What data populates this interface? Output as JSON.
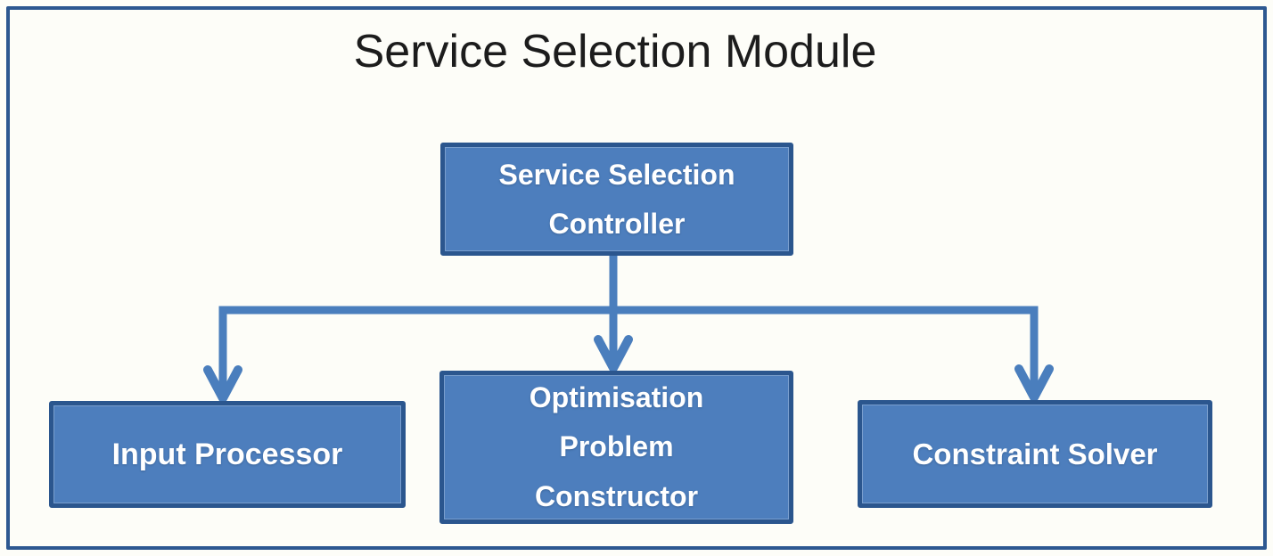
{
  "diagram": {
    "title": "Service Selection Module",
    "nodes": {
      "controller": {
        "label": "Service Selection Controller"
      },
      "input_processor": {
        "label": "Input Processor"
      },
      "optimisation_problem_constructor": {
        "label": "Optimisation Problem Constructor"
      },
      "constraint_solver": {
        "label": "Constraint Solver"
      }
    },
    "edges": [
      {
        "from": "controller",
        "to": "input_processor"
      },
      {
        "from": "controller",
        "to": "optimisation_problem_constructor"
      },
      {
        "from": "controller",
        "to": "constraint_solver"
      }
    ],
    "colors": {
      "node_fill": "#4d7ebd",
      "node_border": "#2b568e",
      "connector": "#4a7ebd",
      "frame_border": "#2d5891",
      "background": "#fdfdf8",
      "node_text": "#ffffff",
      "title_text": "#1c1c1c"
    }
  }
}
